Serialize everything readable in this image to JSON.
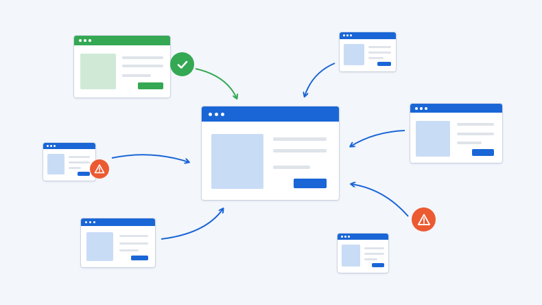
{
  "colors": {
    "background": "#f3f6fb",
    "primary_blue": "#1a66d6",
    "success_green": "#34a853",
    "warning_orange": "#ec5a32",
    "placeholder_blue": "#c9dcf6",
    "placeholder_green": "#cfe9d6",
    "text_line": "#dfe3ea",
    "arrow_blue": "#1a66d6",
    "arrow_green": "#34a853"
  },
  "icons": {
    "success": "check-circle-icon",
    "warning": "warning-triangle-icon"
  },
  "windows": [
    {
      "id": "central-window",
      "theme": "blue",
      "status": "none"
    },
    {
      "id": "top-left-window",
      "theme": "green",
      "status": "success"
    },
    {
      "id": "top-right-window",
      "theme": "blue",
      "status": "none"
    },
    {
      "id": "mid-left-window",
      "theme": "blue",
      "status": "warning"
    },
    {
      "id": "mid-right-window",
      "theme": "blue",
      "status": "none"
    },
    {
      "id": "bottom-left-window",
      "theme": "blue",
      "status": "none"
    },
    {
      "id": "bottom-right-window",
      "theme": "blue",
      "status": "warning"
    }
  ],
  "flows": [
    {
      "from": "top-left-window",
      "to": "central-window",
      "color": "green"
    },
    {
      "from": "top-right-window",
      "to": "central-window",
      "color": "blue"
    },
    {
      "from": "mid-left-window",
      "to": "central-window",
      "color": "blue"
    },
    {
      "from": "mid-right-window",
      "to": "central-window",
      "color": "blue"
    },
    {
      "from": "bottom-left-window",
      "to": "central-window",
      "color": "blue"
    },
    {
      "from": "bottom-right-window",
      "to": "central-window",
      "color": "blue"
    }
  ]
}
